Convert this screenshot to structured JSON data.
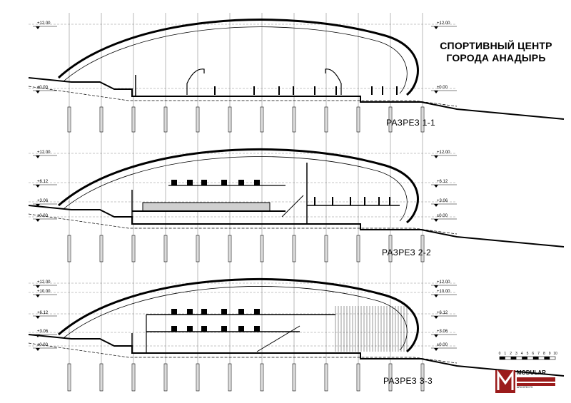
{
  "title": {
    "line1": "СПОРТИВНЫЙ ЦЕНТР",
    "line2": "ГОРОДА АНАДЫРЬ"
  },
  "sections": [
    {
      "label": "РАЗРЕЗ 1-1",
      "levels": [
        "+12.00",
        "±0.00"
      ]
    },
    {
      "label": "РАЗРЕЗ 2-2",
      "levels": [
        "+12.00",
        "+6.12",
        "+3.06",
        "±0.00"
      ]
    },
    {
      "label": "РАЗРЕЗ 3-3",
      "levels": [
        "+12.00",
        "+10.00",
        "+6.12",
        "+3.06",
        "±0.00"
      ]
    }
  ],
  "scale_bar": {
    "ticks": [
      "0",
      "1",
      "2",
      "3",
      "4",
      "5",
      "6",
      "7",
      "8",
      "9",
      "10"
    ]
  },
  "logo": {
    "text": "MODULAR",
    "subtext": "ARCHITECTS"
  },
  "colors": {
    "ink": "#000000",
    "grid": "#8a8a8a",
    "logo": "#9b1b1b"
  }
}
